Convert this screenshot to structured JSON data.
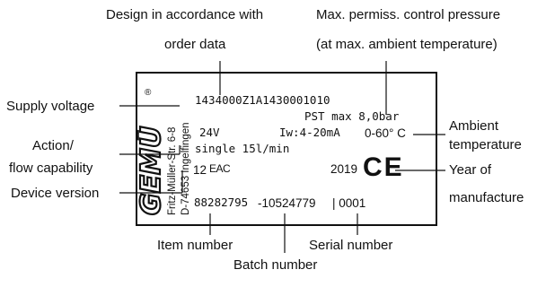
{
  "callouts": {
    "design": "Design in accordance with",
    "design_2": "order data",
    "max_pressure": "Max. permiss. control pressure",
    "max_pressure_2": "(at max. ambient temperature)",
    "supply_voltage": "Supply voltage",
    "action": "Action/",
    "flow_capability": "flow capability",
    "device_version": "Device version",
    "ambient": "Ambient",
    "temperature": "temperature",
    "year_of": "Year of",
    "manufacture": "manufacture",
    "item_number": "Item number",
    "batch_number": "Batch number",
    "serial_number": "Serial number"
  },
  "plate": {
    "order_code": "1434000Z1A1430001010",
    "pst": "PST max 8,0bar",
    "voltage": "24V",
    "current": "Iw:4-20mA",
    "temp": "0-60° C",
    "action": "single 15l/min",
    "version": "12",
    "eac": "EAC",
    "year": "2019",
    "ce": "CE",
    "item_no": "88282795",
    "batch_no": "-10524779",
    "serial_no": "| 0001",
    "address_1": "Fritz-Müller-Str. 6-8",
    "address_2": "D-74653 Ingelfingen",
    "registered": "®",
    "logo": "GEMÜ"
  }
}
